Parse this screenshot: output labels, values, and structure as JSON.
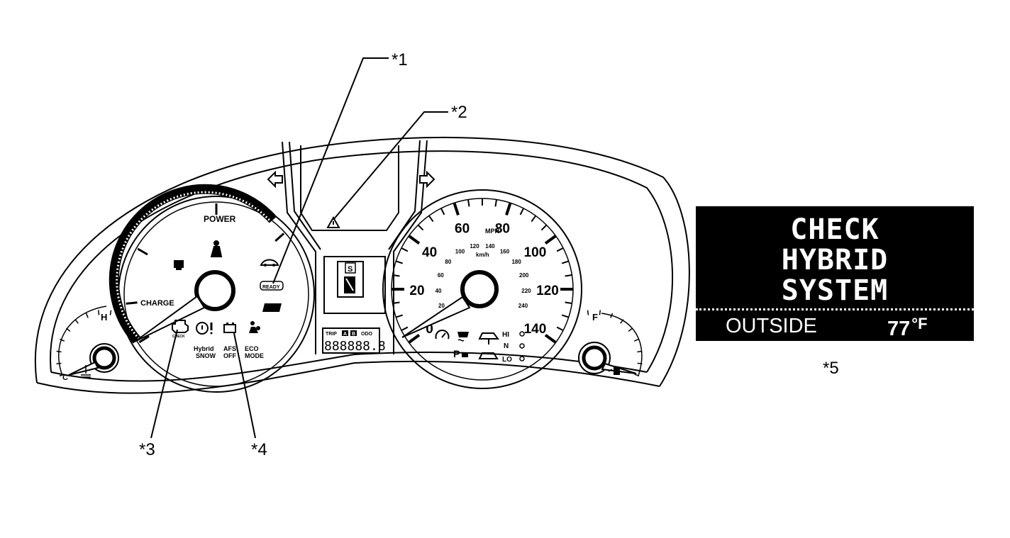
{
  "callouts": {
    "c1": "*1",
    "c2": "*2",
    "c3": "*3",
    "c4": "*4",
    "c5": "*5"
  },
  "power_meter": {
    "power_label": "POWER",
    "charge_label": "CHARGE",
    "ready_label": "READY"
  },
  "indicators": {
    "hybrid_snow": [
      "Hybrid",
      "SNOW"
    ],
    "afs_off": [
      "AFS",
      "OFF"
    ],
    "eco_mode": [
      "ECO",
      "MODE"
    ],
    "check_label": "CHECK"
  },
  "speedometer": {
    "unit_mph": "MPH",
    "unit_kmh": "km/h",
    "mph_labels": [
      "0",
      "20",
      "40",
      "60",
      "80",
      "100",
      "120",
      "140"
    ],
    "kmh_labels": [
      "20",
      "40",
      "60",
      "80",
      "100",
      "120",
      "140",
      "160",
      "180",
      "200",
      "220",
      "240"
    ],
    "height_labels": [
      "HI",
      "N",
      "LO"
    ]
  },
  "center_display": {
    "shift_position": "S",
    "trip": "TRIP",
    "a": "A",
    "b": "B",
    "odo": "ODO",
    "digits": "888888.8"
  },
  "fuel_gauge": {
    "full": "F"
  },
  "temp_gauge": {
    "hot": "H",
    "cold": "C"
  },
  "multi_display": {
    "message_lines": [
      "CHECK",
      "HYBRID",
      "SYSTEM"
    ],
    "outside_label": "OUTSIDE",
    "temperature": "77",
    "temperature_unit": "°F"
  }
}
